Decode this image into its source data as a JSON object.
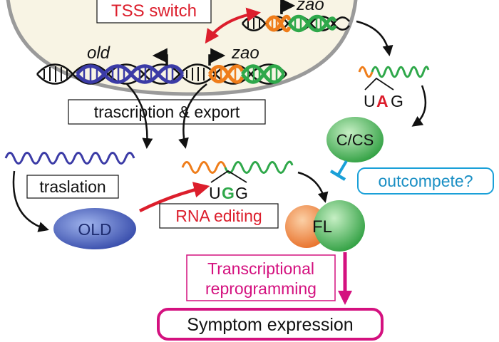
{
  "colors": {
    "nucleus_fill": "#f8f4e4",
    "nucleus_stroke": "#9a9a9a",
    "dna_blue": "#3b3ba6",
    "dna_orange": "#ef7d1a",
    "dna_green": "#2fa84a",
    "red": "#dc1e2c",
    "magenta": "#d4117f",
    "cyan": "#1aa0d8",
    "arrow_black": "#111111",
    "old_protein": "#3f58b8",
    "fl_green": "#3fb54f",
    "fl_orange": "#f28a4a"
  },
  "labels": {
    "tss_switch": "TSS switch",
    "gene_old": "old",
    "gene_zao_bottom": "zao",
    "gene_zao_top": "zao",
    "transcription_export": "trascription & export",
    "translation": "traslation",
    "old_protein": "OLD",
    "rna_editing": "RNA editing",
    "codon_ugg_u": "U",
    "codon_ugg_g1": "G",
    "codon_ugg_g2": "G",
    "codon_uag_u": "U",
    "codon_uag_a": "A",
    "codon_uag_g": "G",
    "ccs_protein": "C/CS",
    "outcompete": "outcompete?",
    "fl_protein": "FL",
    "reprogramming_line1": "Transcriptional",
    "reprogramming_line2": "reprogramming",
    "symptom_expression": "Symptom expression"
  }
}
